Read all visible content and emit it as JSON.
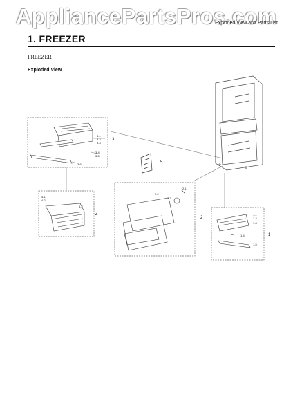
{
  "watermark": "AppliancePartsPros.com",
  "header": {
    "right_text": "Exploded View and Parts List"
  },
  "section": {
    "number_title": "1.  FREEZER",
    "subtitle": "FREEZER",
    "view_label": "Exploded View"
  },
  "callouts": {
    "main": [
      "3",
      "5",
      "4",
      "2",
      "1"
    ],
    "group3": [
      "3-1",
      "3-2",
      "3-3",
      "3-4",
      "3-5",
      "3-6"
    ],
    "group4": [
      "4-1",
      "4-2",
      "4-3"
    ],
    "group2": [
      "2-1",
      "2-2",
      "2-3"
    ],
    "group1": [
      "1-1",
      "1-2",
      "1-3",
      "1-4",
      "1-5"
    ]
  },
  "colors": {
    "line": "#555555",
    "dash": "#777777",
    "part": "#333333"
  }
}
